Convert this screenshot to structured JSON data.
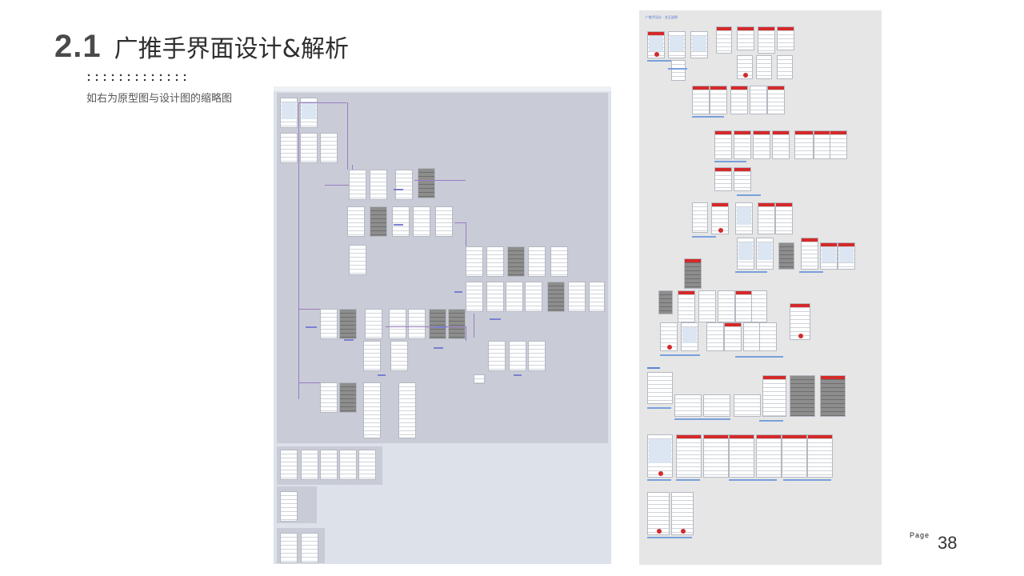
{
  "header": {
    "section_number": "2.1",
    "title": "广推手界面设计&解析",
    "subtitle": "如右为原型图与设计图的缩略图"
  },
  "footer": {
    "page_label": "Page",
    "page_number": "38"
  },
  "design_board": {
    "label": "广推手设计 · 交互说明"
  },
  "colors": {
    "accent_red": "#d42a2a",
    "proto_bg": "#dde1ea",
    "proto_frame": "#c9ccd6",
    "design_bg": "#e6e6e6",
    "connector": "#9b7ac4"
  },
  "icons": {
    "dots_divider": "dotted-divider-icon"
  }
}
